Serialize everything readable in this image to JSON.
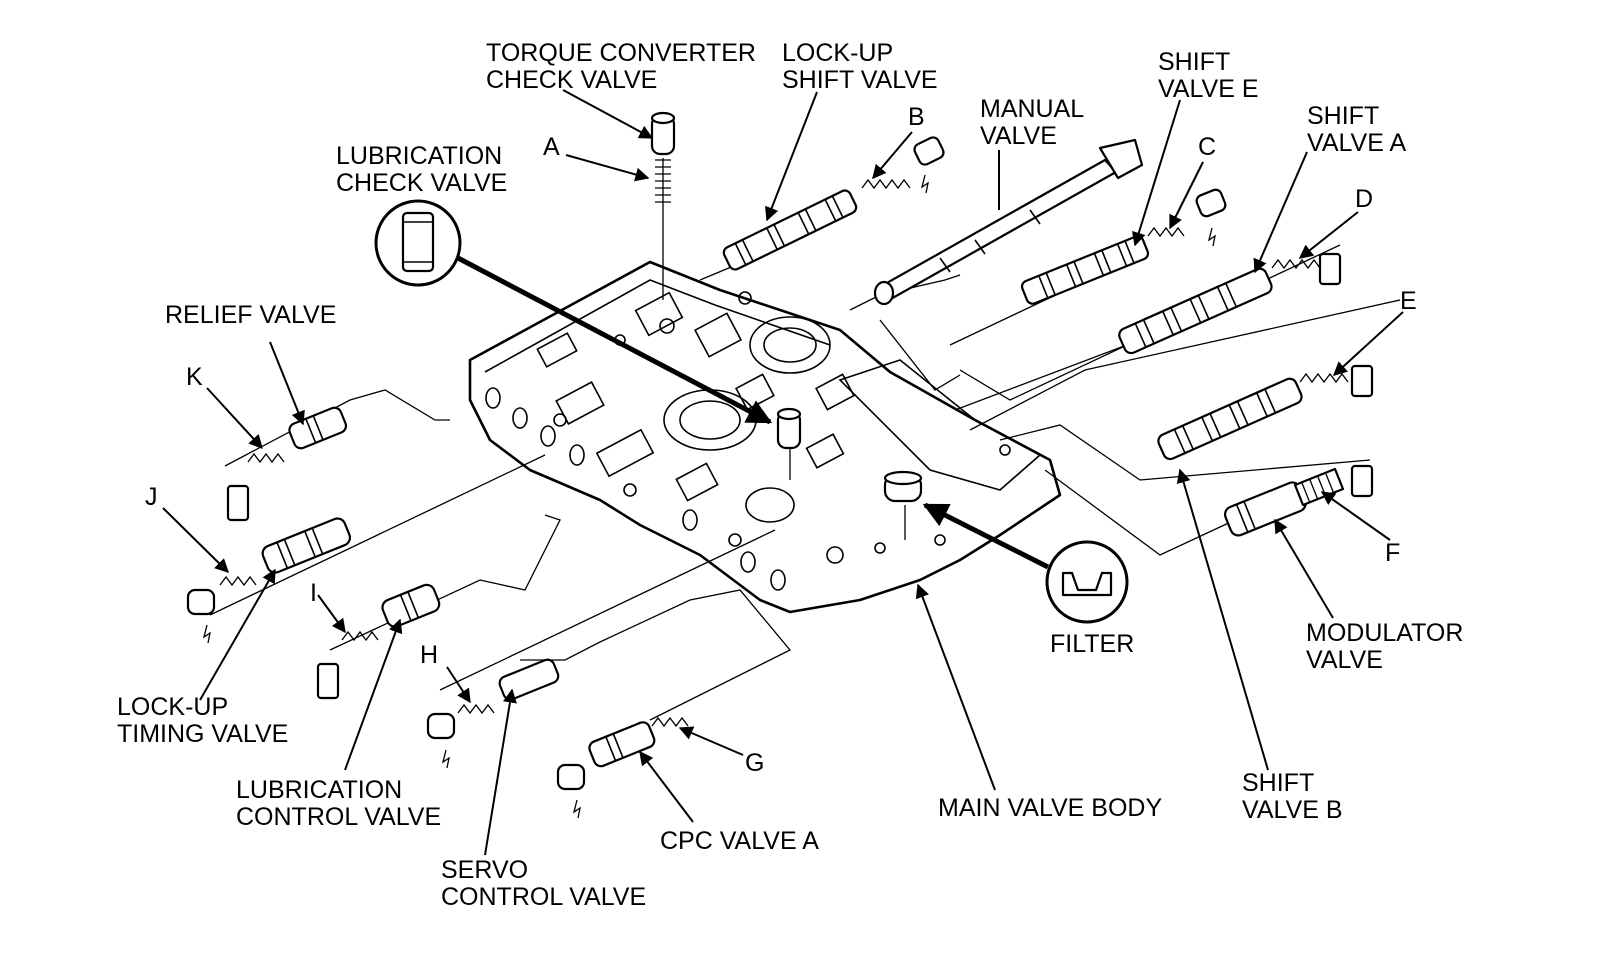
{
  "labels": {
    "torque_converter_check_valve": "TORQUE CONVERTER\nCHECK VALVE",
    "lock_up_shift_valve": "LOCK-UP\nSHIFT VALVE",
    "shift_valve_e": "SHIFT\nVALVE E",
    "manual_valve": "MANUAL\nVALVE",
    "shift_valve_a": "SHIFT\nVALVE A",
    "lubrication_check_valve": "LUBRICATION\nCHECK VALVE",
    "relief_valve": "RELIEF VALVE",
    "lock_up_timing_valve": "LOCK-UP\nTIMING VALVE",
    "lubrication_control_valve": "LUBRICATION\nCONTROL VALVE",
    "servo_control_valve": "SERVO\nCONTROL VALVE",
    "cpc_valve_a": "CPC VALVE A",
    "main_valve_body": "MAIN VALVE BODY",
    "filter": "FILTER",
    "shift_valve_b": "SHIFT\nVALVE B",
    "modulator_valve": "MODULATOR\nVALVE"
  },
  "letters": {
    "a": "A",
    "b": "B",
    "c": "C",
    "d": "D",
    "e": "E",
    "f": "F",
    "g": "G",
    "h": "H",
    "i": "I",
    "j": "J",
    "k": "K"
  }
}
